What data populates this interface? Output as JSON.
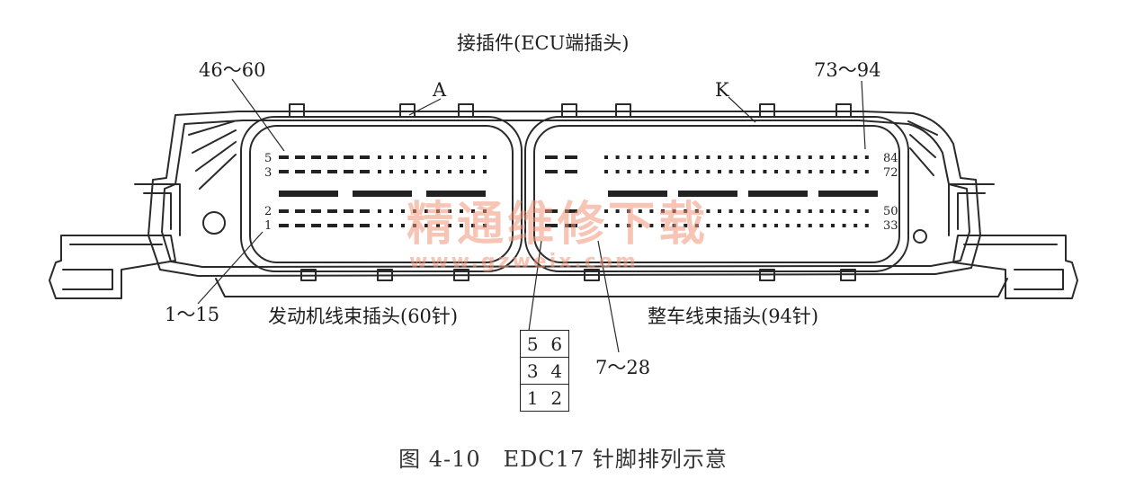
{
  "labels": {
    "top_connector": "接插件(ECU端插头)",
    "range_46_60": "46～60",
    "range_73_94": "73～94",
    "marker_a": "A",
    "marker_k": "K",
    "range_1_15": "1～15",
    "engine_harness": "发动机线束插头(60针)",
    "vehicle_harness": "整车线束插头(94针)",
    "range_7_28": "7～28"
  },
  "left_row_numbers": [
    "5",
    "3",
    "2",
    "1"
  ],
  "right_row_numbers": [
    "84",
    "72",
    "50",
    "33"
  ],
  "pin_grid": [
    [
      "5",
      "6"
    ],
    [
      "3",
      "4"
    ],
    [
      "1",
      "2"
    ]
  ],
  "caption": "图 4-10　EDC17 针脚排列示意",
  "watermark": {
    "text": "精通维修下载",
    "url": "www.gzweix.com"
  }
}
